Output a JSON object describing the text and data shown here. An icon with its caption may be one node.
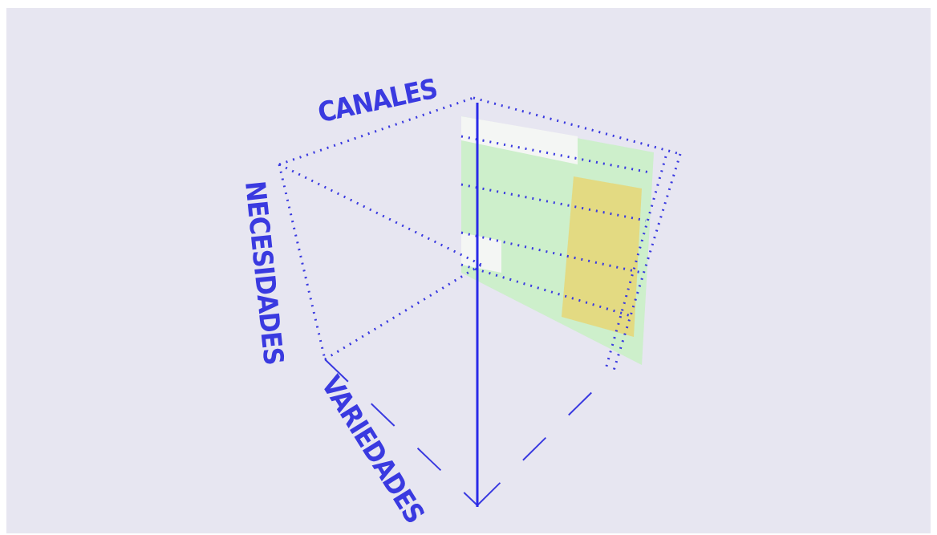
{
  "diagram": {
    "labels": [
      "CANALES",
      "NECESIDADES",
      "VARIEDADES"
    ]
  }
}
